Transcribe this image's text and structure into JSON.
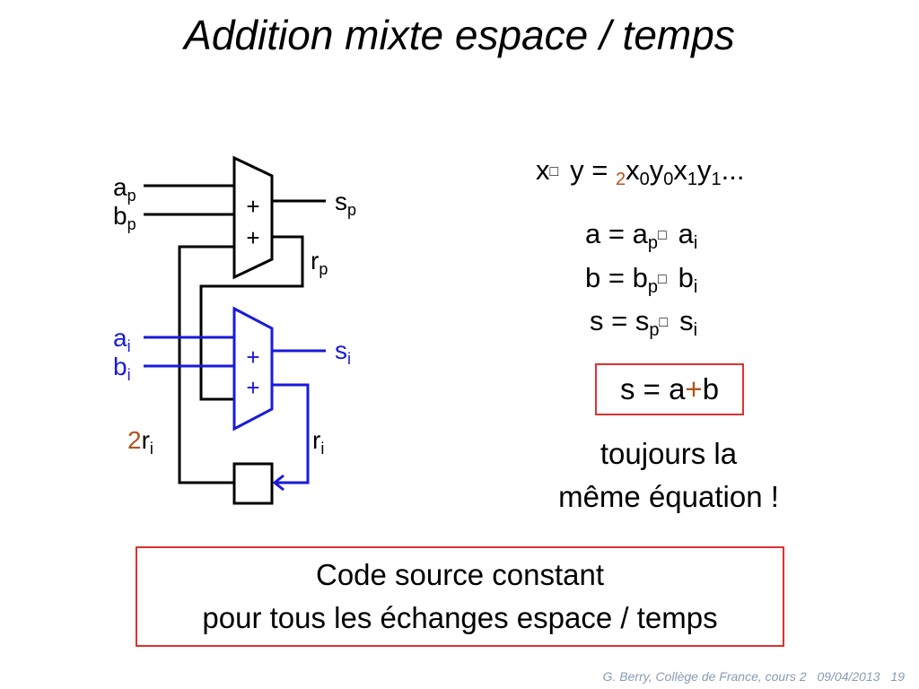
{
  "title": "Addition mixte espace / temps",
  "circuit": {
    "top_adder": {
      "inputs": [
        {
          "base": "a",
          "sub": "p"
        },
        {
          "base": "b",
          "sub": "p"
        }
      ],
      "symbols": [
        "+",
        "+"
      ],
      "sum": {
        "base": "s",
        "sub": "p"
      },
      "carry": {
        "base": "r",
        "sub": "p"
      }
    },
    "bottom_adder": {
      "inputs": [
        {
          "base": "a",
          "sub": "i"
        },
        {
          "base": "b",
          "sub": "i"
        }
      ],
      "symbols": [
        "+",
        "+"
      ],
      "sum": {
        "base": "s",
        "sub": "i"
      },
      "carry": {
        "base": "r",
        "sub": "i"
      }
    },
    "register_label": {
      "prefix": "2",
      "base": "r",
      "sub": "i"
    }
  },
  "equations": {
    "product": {
      "left": "x",
      "right": "y",
      "eq": "=",
      "base": "2",
      "terms": [
        "x",
        "0",
        "y",
        "0",
        "x",
        "1",
        "y",
        "1"
      ],
      "ellipsis": "..."
    },
    "a_def": {
      "lhs": "a",
      "eq": "=",
      "p": "a",
      "p_sub": "p",
      "i": "a",
      "i_sub": "i"
    },
    "b_def": {
      "lhs": "b",
      "eq": "=",
      "p": "b",
      "p_sub": "p",
      "i": "b",
      "i_sub": "i"
    },
    "s_def": {
      "lhs": "s",
      "eq": "=",
      "p": "s",
      "p_sub": "p",
      "i": "s",
      "i_sub": "i"
    },
    "sum": {
      "lhs": "s",
      "eq": "=",
      "a": "a",
      "op": "+",
      "b": "b"
    }
  },
  "remark": [
    "toujours la",
    "même équation !"
  ],
  "code_box": [
    "Code source constant",
    "pour tous les échanges espace / temps"
  ],
  "footer": {
    "author": "G. Berry, Collège de France, cours 2",
    "date": "09/04/2013",
    "page": "19"
  },
  "colors": {
    "black": "#000000",
    "blue": "#1a1adb",
    "red_border": "#e03030",
    "accent_brown": "#b0541b",
    "footer": "#8a9ab5"
  },
  "icons": {
    "unknown_glyph": "missing-glyph-box"
  }
}
